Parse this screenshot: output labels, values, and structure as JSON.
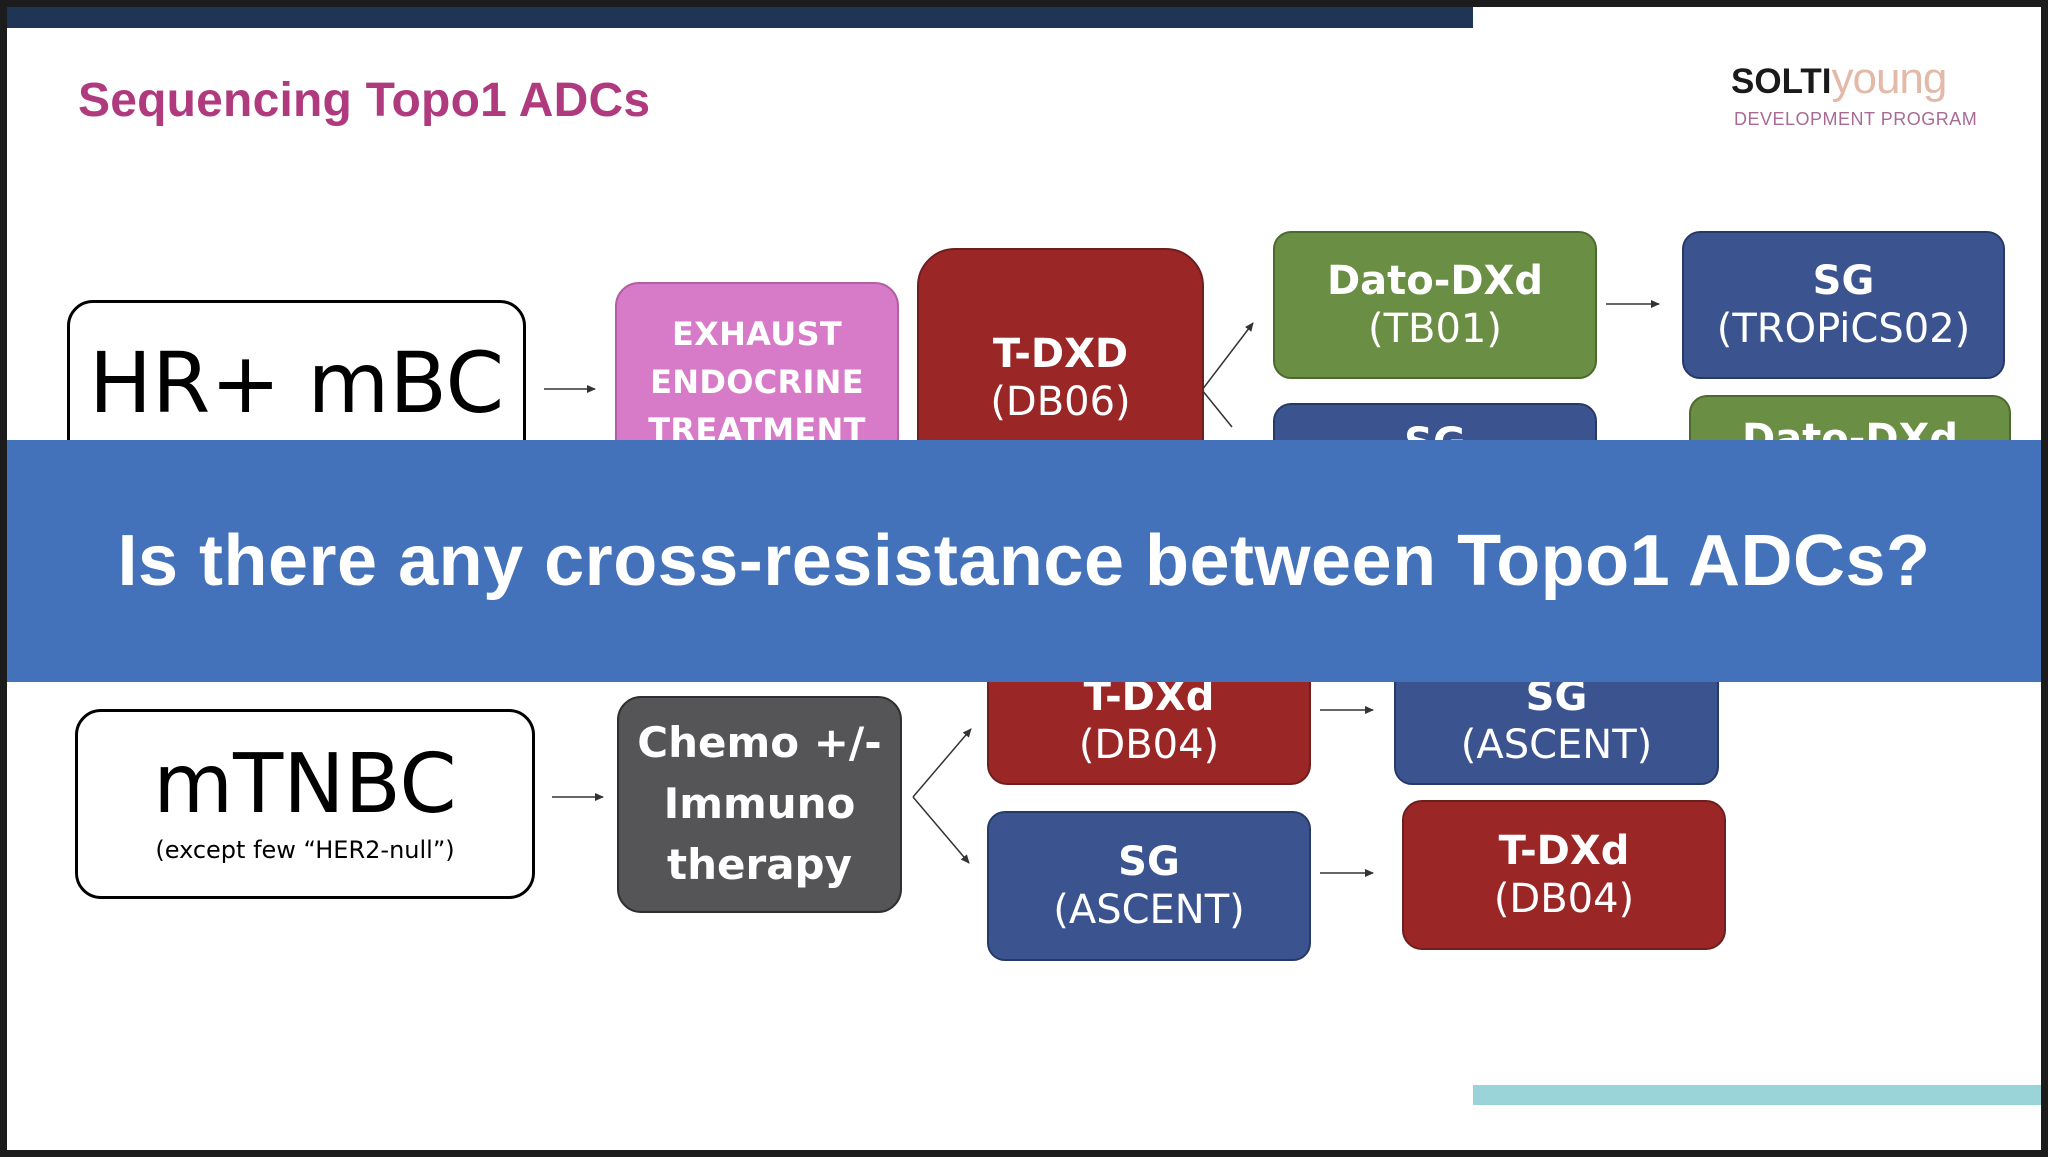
{
  "slide": {
    "title": "Sequencing Topo1 ADCs",
    "logo": {
      "brand_a": "SOLTI",
      "brand_b": "young",
      "subtitle": "DEVELOPMENT PROGRAM"
    },
    "colors": {
      "title": "#b03a7e",
      "top_bar": "#1f3556",
      "bottom_bar": "#9bd4d8",
      "banner": "#4372ba",
      "red": "#9b2626",
      "green": "#6a8e43",
      "blue": "#3b5490",
      "pink": "#d77ac7",
      "gray": "#555558"
    }
  },
  "diagram": {
    "hr_row": {
      "start": "HR+ mBC",
      "step1": [
        "EXHAUST",
        "ENDOCRINE",
        "TREATMENT"
      ],
      "step2": {
        "title": "T-DXD",
        "sub": "(DB06)"
      },
      "branch_a": [
        {
          "title": "Dato-DXd",
          "sub": "(TB01)"
        },
        {
          "title": "SG",
          "sub": "(TROPiCS02)"
        }
      ],
      "branch_b": [
        {
          "title": "SG",
          "sub": ""
        },
        {
          "title": "Dato-DXd",
          "sub": ""
        }
      ]
    },
    "tnbc_row": {
      "start": "mTNBC",
      "start_note": "(except few “HER2-null”)",
      "step1": [
        "Chemo +/-",
        "Immuno",
        "therapy"
      ],
      "branch_a": [
        {
          "title": "T-DXd",
          "sub": "(DB04)"
        },
        {
          "title": "SG",
          "sub": "(ASCENT)"
        }
      ],
      "branch_b": [
        {
          "title": "SG",
          "sub": "(ASCENT)"
        },
        {
          "title": "T-DXd",
          "sub": "(DB04)"
        }
      ]
    }
  },
  "banner": {
    "text": "Is there any cross-resistance between Topo1 ADCs?"
  }
}
